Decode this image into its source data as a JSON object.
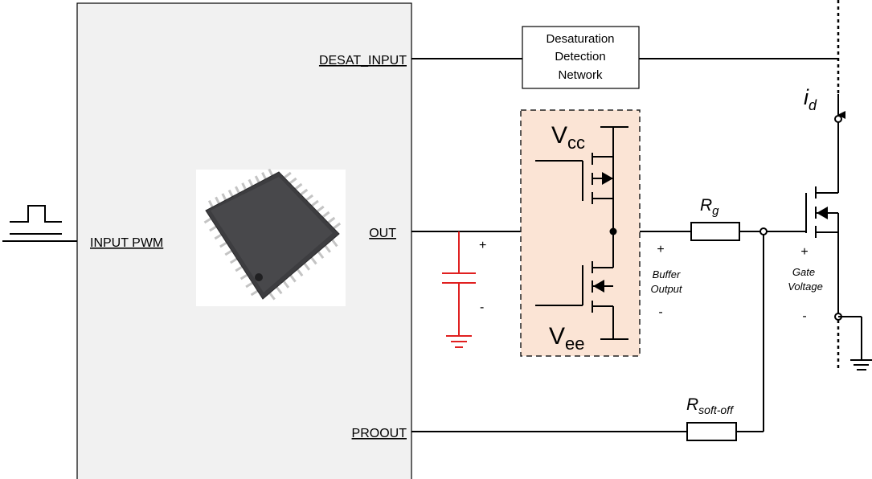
{
  "controller": {
    "pins": {
      "desat_input": "DESAT_INPUT",
      "input_pwm": "INPUT PWM",
      "out": "OUT",
      "proout": "PROOUT"
    }
  },
  "desat_box": {
    "line1": "Desaturation",
    "line2": "Detection",
    "line3": "Network"
  },
  "buffer": {
    "vcc_base": "V",
    "vcc_sub": "cc",
    "vee_base": "V",
    "vee_sub": "ee",
    "output_plus": "+",
    "output_label_line1": "Buffer",
    "output_label_line2": "Output",
    "output_minus": "-"
  },
  "capacitor": {
    "plus": "+",
    "minus": "-"
  },
  "rg": {
    "base": "R",
    "sub": "g"
  },
  "rsoft": {
    "base": "R",
    "sub": "soft-off"
  },
  "gate": {
    "plus": "+",
    "label_line1": "Gate",
    "label_line2": "Voltage",
    "minus": "-"
  },
  "id_label": {
    "base": "i",
    "sub": "d"
  },
  "colors": {
    "controller_fill": "#f1f1f1",
    "buffer_fill": "#fbe4d5",
    "capacitor": "#e02020",
    "wire": "#000000",
    "chip_body": "#3b3b3d",
    "chip_pins": "#c9c9c9"
  }
}
